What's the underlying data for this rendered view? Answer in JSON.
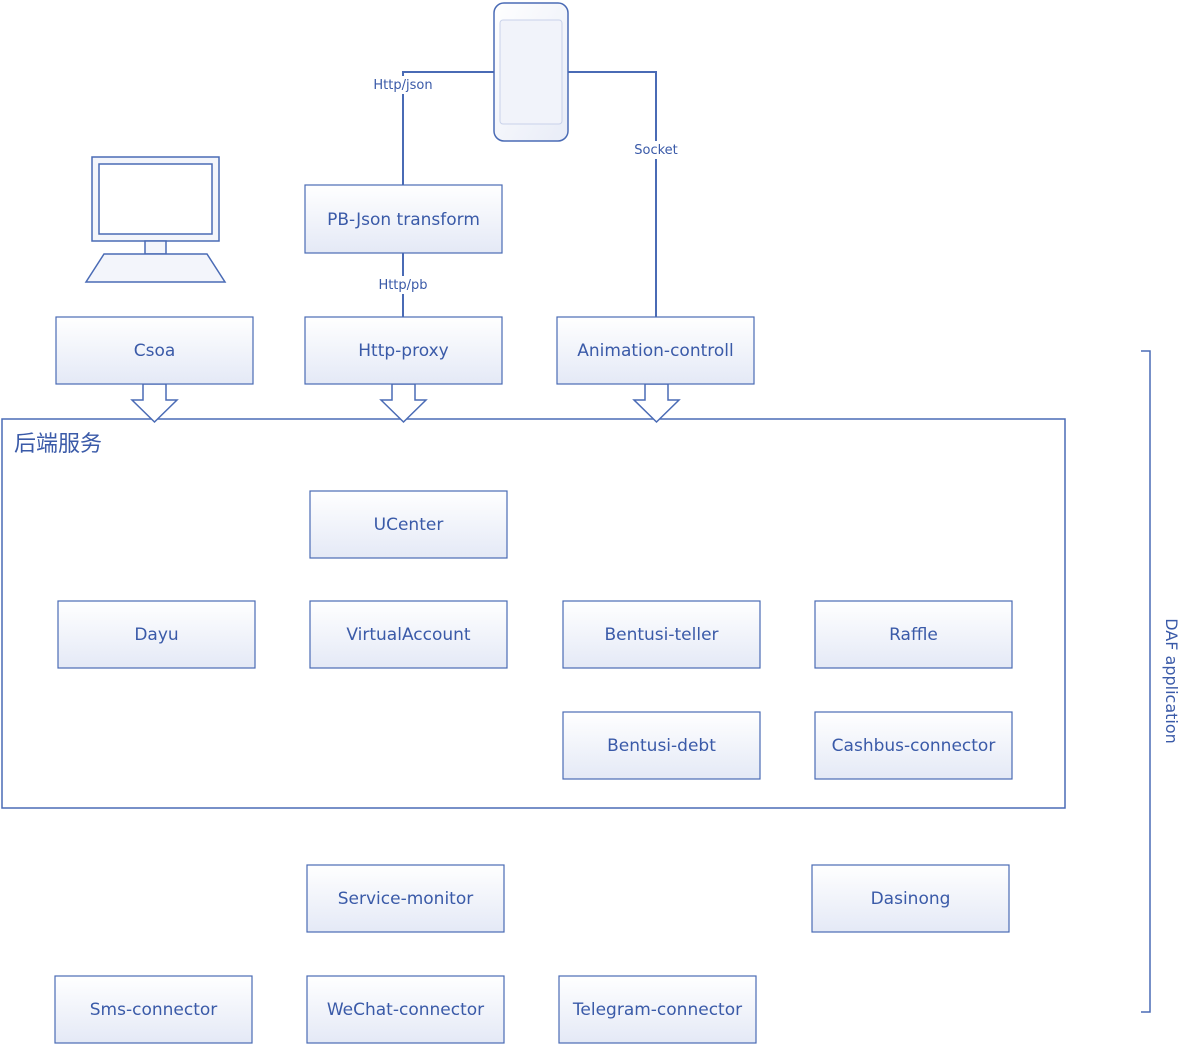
{
  "group": {
    "title": "后端服务"
  },
  "side_label": "DAF application",
  "boxes": {
    "pb_json": "PB-Json transform",
    "csoa": "Csoa",
    "http_proxy": "Http-proxy",
    "animation": "Animation-controll",
    "ucenter": "UCenter",
    "dayu": "Dayu",
    "virtual_account": "VirtualAccount",
    "bentusi_teller": "Bentusi-teller",
    "raffle": "Raffle",
    "bentusi_debt": "Bentusi-debt",
    "cashbus": "Cashbus-connector",
    "service_monitor": "Service-monitor",
    "dasinong": "Dasinong",
    "sms": "Sms-connector",
    "wechat": "WeChat-connector",
    "telegram": "Telegram-connector"
  },
  "edges": {
    "http_json": "Http/json",
    "socket": "Socket",
    "http_pb": "Http/pb"
  },
  "icons": {
    "phone": "mobile-phone-icon",
    "computer": "desktop-computer-icon",
    "arrow": "down-arrow-icon"
  },
  "colors": {
    "stroke": "#4a6bb5",
    "text": "#3a5aa8",
    "box_fill_top": "#ffffff",
    "box_fill_bottom": "#e6ebf7"
  }
}
